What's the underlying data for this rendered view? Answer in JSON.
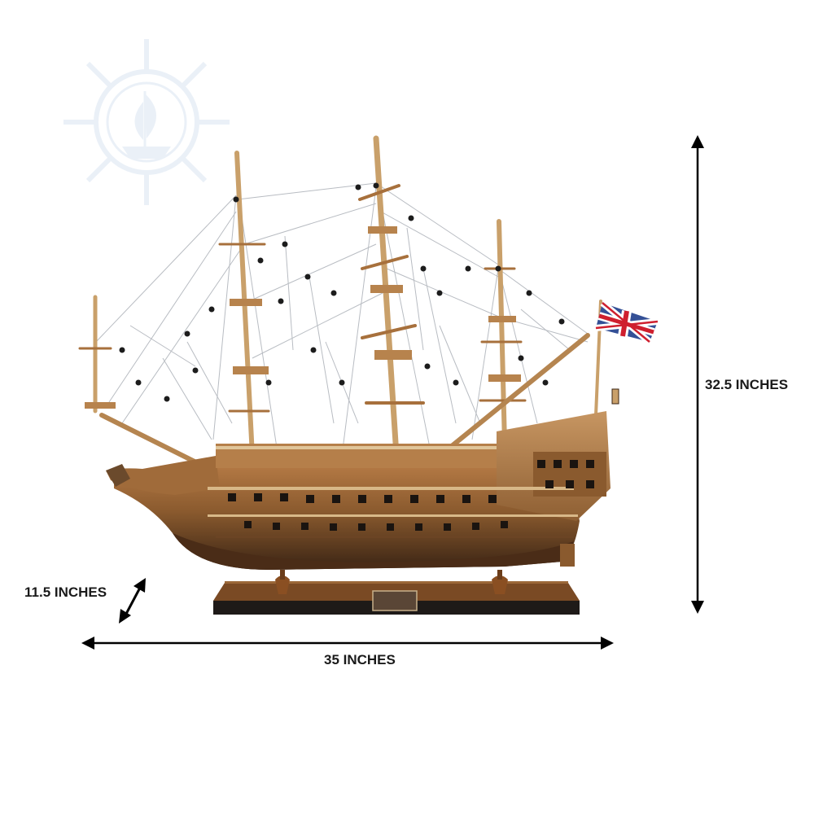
{
  "dimensions": {
    "height_label": "32.5 INCHES",
    "width_label": "35 INCHES",
    "depth_label": "11.5 INCHES"
  },
  "product": {
    "subject": "model tall ship with three masts and rigging on a wooden display stand",
    "flag": "union-jack-flag"
  },
  "watermark": {
    "icon": "ship-wheel-logo-icon"
  },
  "colors": {
    "background": "#ffffff",
    "hull_wood": "#8a5a2e",
    "hull_dark": "#3a2414",
    "deck_light": "#c08a55",
    "stand_base": "#1e1a18",
    "stand_top": "#7a4a24",
    "mast": "#c9a06a",
    "rigging": "#b8bcc2",
    "arrow": "#000000",
    "watermark": "#d9e4f2",
    "flag_blue": "#1f3e8c",
    "flag_red": "#cf1f2e"
  }
}
